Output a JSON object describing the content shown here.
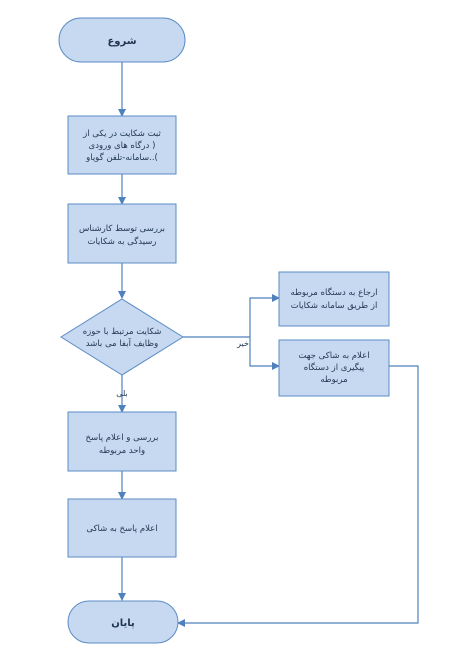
{
  "nodes": {
    "start": {
      "label": "شروع"
    },
    "register": {
      "lines": [
        "ثبت شکایت در یکی از",
        "درگاه های ورودی )",
        "سامانه-تلفن گویاو..("
      ]
    },
    "review_expert": {
      "lines": [
        "بررسی توسط کارشناس",
        "رسیدگی به شکایات"
      ]
    },
    "decision": {
      "lines": [
        "شکایت مرتبط با حوزه",
        "وظایف آبفا می باشد"
      ]
    },
    "refer": {
      "lines": [
        "ارجاع به دستگاه مربوطه",
        "از طریق سامانه شکایات"
      ]
    },
    "notify_complainant": {
      "lines": [
        "اعلام به شاکی جهت",
        "پیگیری از دستگاه",
        "مربوطه"
      ]
    },
    "review_answer": {
      "lines": [
        "بررسی و اعلام پاسخ",
        "واحد مربوطه"
      ]
    },
    "announce": {
      "lines": [
        "اعلام پاسخ به شاکی"
      ]
    },
    "end": {
      "label": "پایان"
    }
  },
  "edges": {
    "yes_label": "بلی",
    "no_label": "خیر"
  },
  "colors": {
    "fill": "#c6d9f1",
    "stroke": "#5b8cc4",
    "arrow": "#4f81bd",
    "text": "#1f3550"
  }
}
